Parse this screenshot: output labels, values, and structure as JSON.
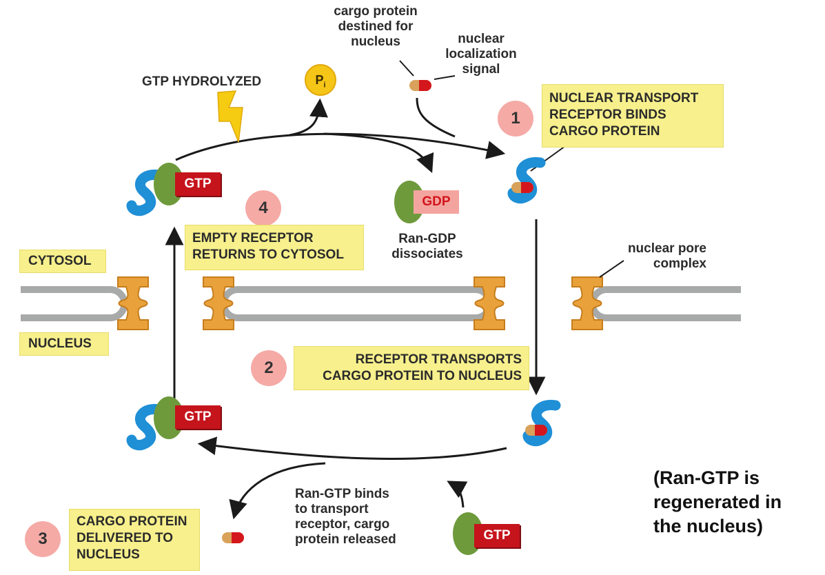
{
  "labels": {
    "cargo_protein": [
      "cargo protein",
      "destined for",
      "nucleus"
    ],
    "nls": [
      "nuclear",
      "localization",
      "signal"
    ],
    "gtp_hydrolyzed": "GTP HYDROLYZED",
    "pi": "P",
    "pi_sub": "i",
    "cytosol": "CYTOSOL",
    "nucleus": "NUCLEUS",
    "nuclear_pore": [
      "nuclear pore",
      "complex"
    ],
    "ran_gdp": [
      "Ran-GDP",
      "dissociates"
    ],
    "ran_gtp_binds": [
      "Ran-GTP binds",
      "to transport",
      "receptor, cargo",
      "protein released"
    ],
    "gtp": "GTP",
    "gdp": "GDP"
  },
  "steps": [
    {
      "number": "1",
      "lines": [
        "NUCLEAR TRANSPORT",
        "RECEPTOR BINDS",
        "CARGO PROTEIN"
      ]
    },
    {
      "number": "2",
      "lines": [
        "RECEPTOR TRANSPORTS",
        "CARGO PROTEIN TO NUCLEUS"
      ]
    },
    {
      "number": "3",
      "lines": [
        "CARGO PROTEIN",
        "DELIVERED TO",
        "NUCLEUS"
      ]
    },
    {
      "number": "4",
      "lines": [
        "EMPTY RECEPTOR",
        "RETURNS TO CYTOSOL"
      ]
    }
  ],
  "note": [
    "(Ran-GTP is",
    "regenerated in",
    "the nucleus)"
  ],
  "colors": {
    "receptor": "#1f8fd6",
    "ran": "#6e9a3c",
    "gtp_tag": "#c5141c",
    "gdp_tag": "#f4a49f",
    "cargo_red": "#d4171c",
    "cargo_tan": "#d9a25a",
    "pore": "#e9a23b",
    "membrane": "#a8aaa9",
    "step_circle": "#f5aaa6",
    "callout": "#f7f08c",
    "pi": "#f5c518",
    "lightning": "#f5cc12"
  }
}
